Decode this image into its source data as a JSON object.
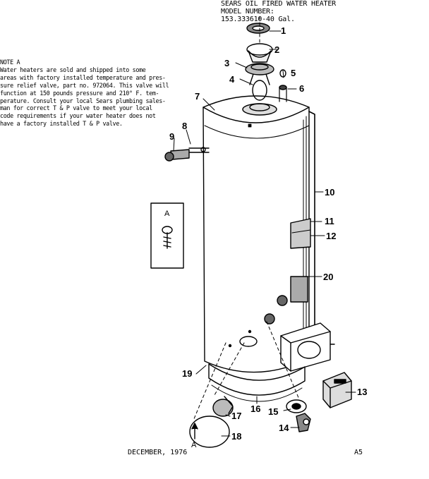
{
  "header": {
    "line1": "SEARS OIL FIRED WATER HEATER",
    "line2": "MODEL NUMBER:",
    "line3": "153.333610-40 Gal."
  },
  "note": {
    "title": "NOTE A",
    "lines": [
      "Water heaters are sold and shipped into some",
      "areas with factory installed temperature and pres-",
      "sure relief valve, part no. 972064. This valve will",
      "function at 150 pounds pressure and 210° F. tem-",
      "perature. Consult your local Sears plumbing sales-",
      "man for correct T & P valve to meet your local",
      "code requirements if your water heater does not",
      "have a factory installed T & P valve."
    ]
  },
  "inset_label": "A",
  "arrow_label": "A",
  "callouts": [
    "1",
    "2",
    "3",
    "4",
    "5",
    "6",
    "7",
    "8",
    "9",
    "10",
    "11",
    "12",
    "13",
    "14",
    "15",
    "16",
    "17",
    "18",
    "19",
    "20"
  ],
  "footer": {
    "date": "DECEMBER, 1976",
    "page": "A5"
  }
}
